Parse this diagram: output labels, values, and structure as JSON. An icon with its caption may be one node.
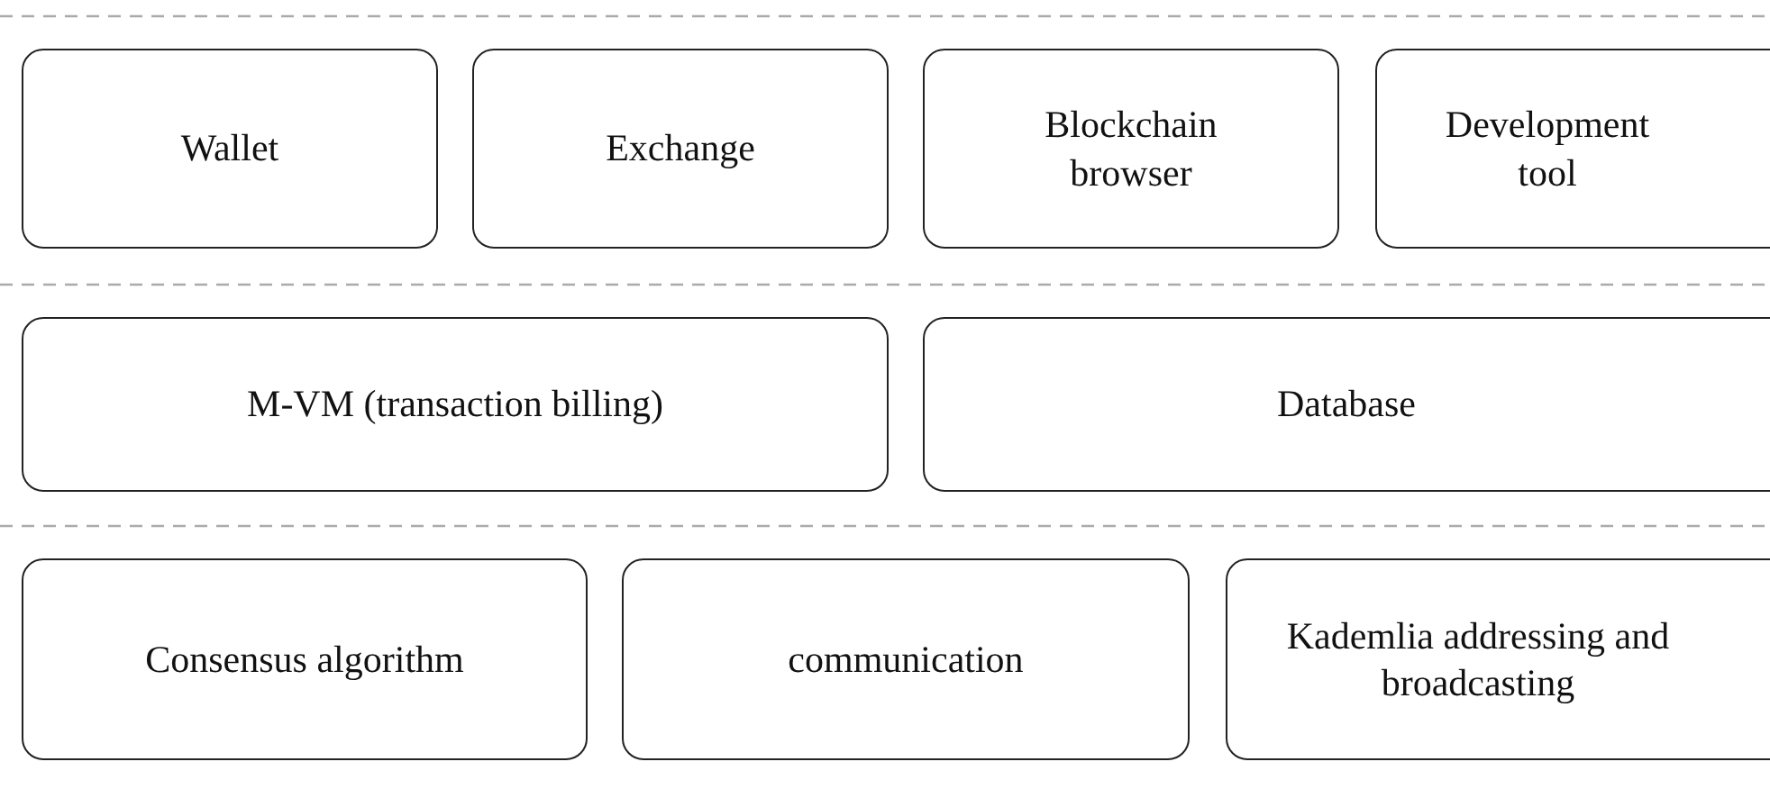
{
  "diagram": {
    "nodes": [
      {
        "text": [
          "Wallet"
        ]
      },
      {
        "text": [
          "Exchange"
        ]
      },
      {
        "text": [
          "Blockchain browser"
        ]
      },
      {
        "text": [
          "Development tool"
        ]
      },
      {
        "text": [
          "M-VM (transaction billing)"
        ]
      },
      {
        "text": [
          "Database"
        ]
      },
      {
        "text": [
          "Consensus algorithm"
        ]
      },
      {
        "text": [
          "communication"
        ]
      },
      {
        "text": [
          "Kademlia addressing and broadcasting"
        ]
      }
    ]
  }
}
